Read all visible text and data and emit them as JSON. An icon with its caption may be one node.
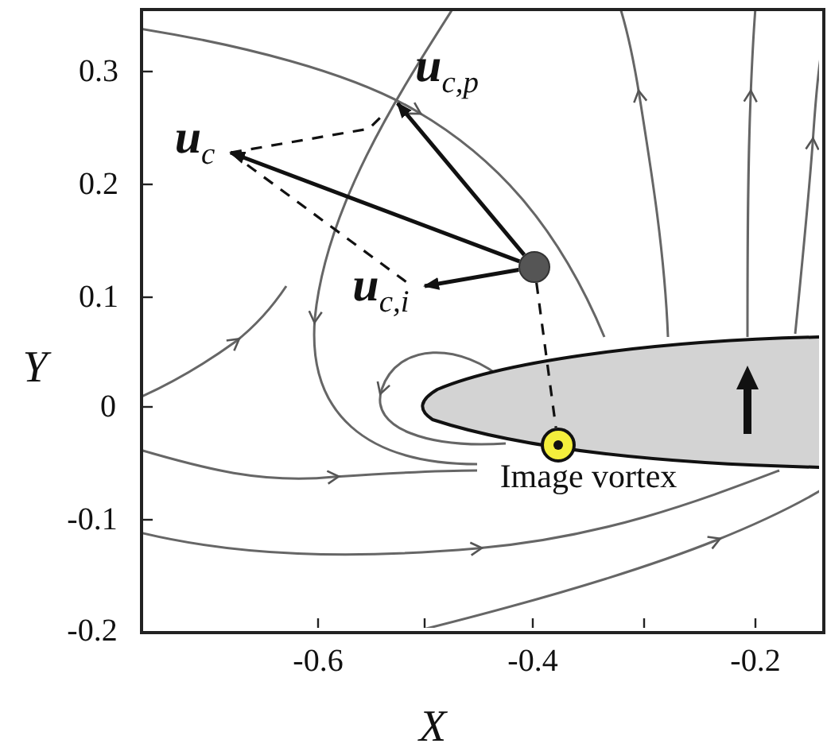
{
  "diagram": {
    "nodes": [
      {
        "text": [],
        "shape": "circle"
      },
      {
        "text": [],
        "shape": "circle",
        "beside": [
          "Image vortex"
        ]
      },
      {
        "text": [
          "**u**$_{c}$"
        ]
      },
      {
        "text": [
          "**u**$_{c,p}$"
        ]
      },
      {
        "text": [
          "**u**$_{c,i}$"
        ]
      }
    ],
    "edges": [
      {
        "from": 0,
        "to": 2,
        "arrow": "to"
      },
      {
        "from": 0,
        "to": 3,
        "arrow": "to"
      },
      {
        "from": 0,
        "to": 4,
        "arrow": "to"
      },
      {
        "from": 0,
        "to": 1,
        "arrow": "none",
        "style": "dashed"
      }
    ],
    "labels": [
      "0.3",
      "0.2",
      "0.1",
      "0",
      "-0.1",
      "-0.2",
      "Y",
      "-0.6",
      "-0.4",
      "-0.2",
      "X"
    ]
  }
}
